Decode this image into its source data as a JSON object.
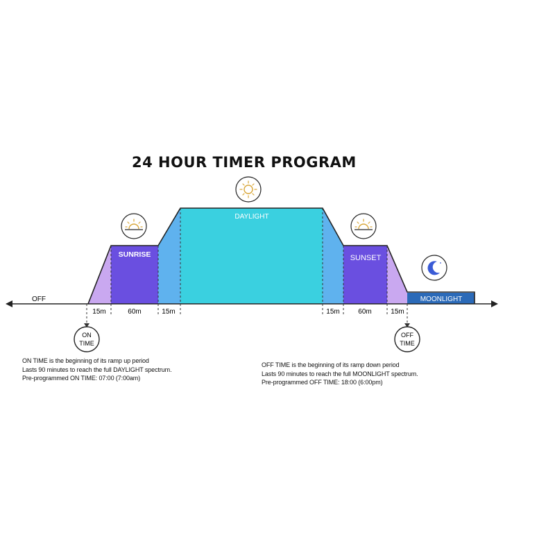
{
  "title": "24 HOUR TIMER PROGRAM",
  "phases": {
    "off": "OFF",
    "sunrise": "SUNRISE",
    "daylight": "DAYLIGHT",
    "sunset": "SUNSET",
    "moonlight": "MOONLIGHT"
  },
  "durations": {
    "ramp_up_1": "15m",
    "sunrise": "60m",
    "ramp_up_2": "15m",
    "ramp_down_1": "15m",
    "sunset": "60m",
    "ramp_down_2": "15m"
  },
  "markers": {
    "on_line1": "ON",
    "on_line2": "TIME",
    "off_line1": "OFF",
    "off_line2": "TIME"
  },
  "notes": {
    "on": [
      "ON TIME is the beginning of its ramp up period",
      "Lasts 90 minutes to reach the full DAYLIGHT spectrum.",
      "Pre-programmed ON TIME: 07:00 (7:00am)"
    ],
    "off": [
      "OFF TIME is the beginning of its ramp down period",
      "Lasts 90 minutes to reach the full MOONLIGHT spectrum.",
      "Pre-programmed OFF TIME: 18:00 (6:00pm)"
    ]
  },
  "colors": {
    "ramp_light": "#c9a8f0",
    "sunrise": "#6a4fe0",
    "ramp_blue": "#5fb2ee",
    "daylight": "#3ad0e0",
    "moonlight": "#2b6ab8",
    "line": "#222222"
  },
  "icons": [
    "sun-icon",
    "sunrise-icon",
    "sunset-icon",
    "moon-icon"
  ]
}
